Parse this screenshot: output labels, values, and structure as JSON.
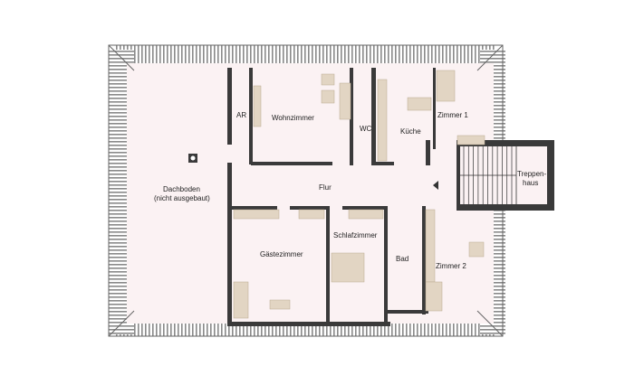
{
  "rooms": {
    "ar": "AR",
    "wohnzimmer": "Wohnzimmer",
    "wc": "WC",
    "kueche": "Küche",
    "zimmer1": "Zimmer 1",
    "dachboden_line1": "Dachboden",
    "dachboden_line2": "(nicht ausgebaut)",
    "flur": "Flur",
    "treppenhaus_line1": "Treppen-",
    "treppenhaus_line2": "haus",
    "gaestezimmer": "Gästezimmer",
    "schlafzimmer": "Schlafzimmer",
    "bad": "Bad",
    "zimmer2": "Zimmer 2"
  },
  "colors": {
    "floor": "#fbf2f3",
    "wall": "#3a3a3a",
    "furniture": "#e2d5c3",
    "roof_hatch": "#8a8a8a"
  }
}
